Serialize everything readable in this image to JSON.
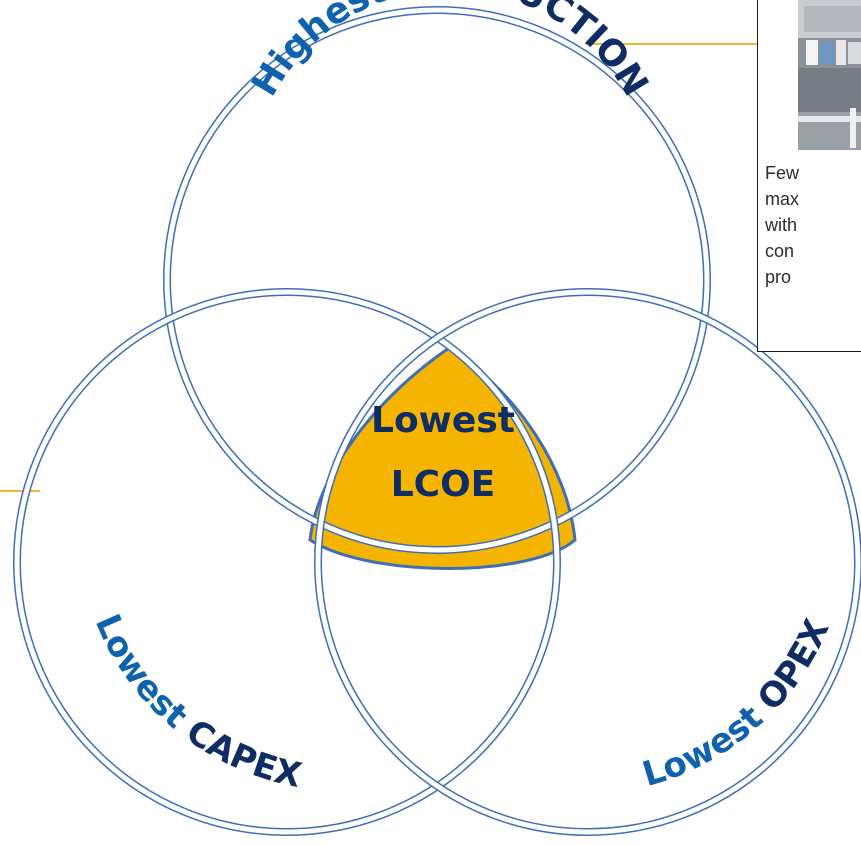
{
  "venn": {
    "top": {
      "prefix": "Highest",
      "main": "PRODUCTION"
    },
    "left": {
      "prefix": "Lowest",
      "main": "CAPEX"
    },
    "right": {
      "prefix": "Lowest",
      "main": "OPEX"
    },
    "center": {
      "line1": "Lowest",
      "line2": "LCOE"
    }
  },
  "callout": {
    "text_lines": [
      "Few",
      "max",
      "with",
      "con",
      "pro"
    ]
  },
  "colors": {
    "circle_outline": "#3d6fb6",
    "label_blue": "#0f62ae",
    "center_fill": "#f5b400",
    "center_text": "#0d2d63",
    "connector": "#f2b630"
  }
}
